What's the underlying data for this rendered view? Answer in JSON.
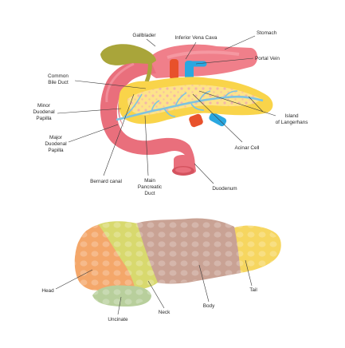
{
  "top_diagram": {
    "labels": {
      "gallbladder": "Gallblader",
      "inferior_vena_cava": "Inferior Vena Cava",
      "stomach": "Stomach",
      "portal_vein": "Portal Vein",
      "common_bile_duct": [
        "Common",
        "Bile Duct"
      ],
      "minor_duodenal_papilla": [
        "Minor",
        "Duodenal",
        "Papilla"
      ],
      "major_duodenal_papilla": [
        "Major",
        "Duodenal",
        "Papilla"
      ],
      "island_of_langerhans": [
        "Island",
        "of Langerhans"
      ],
      "acinar_cell": "Acinar Cell",
      "bernard_canal": "Bernard canal",
      "main_pancreatic_duct": [
        "Main",
        "Pancreatic",
        "Duct"
      ],
      "duodenum": "Duodenum"
    }
  },
  "bottom_diagram": {
    "labels": {
      "head": "Head",
      "uncinate": "Uncinate",
      "neck": "Neck",
      "body": "Body",
      "tail": "Tail"
    }
  },
  "colors": {
    "stomach": "#f07f8a",
    "duodenum": "#e96f7c",
    "gallbladder": "#a9a53a",
    "pancreas": "#f9d44a",
    "pancreas_inner": "#fde38a",
    "duct": "#7ec3e0",
    "vein_blue": "#2aa7e0",
    "vena_cava_red": "#e8512b",
    "head": "#f4a76a",
    "neck": "#d8d96e",
    "body": "#c9a294",
    "tail": "#f6d660",
    "uncinate": "#b8cf9c"
  }
}
